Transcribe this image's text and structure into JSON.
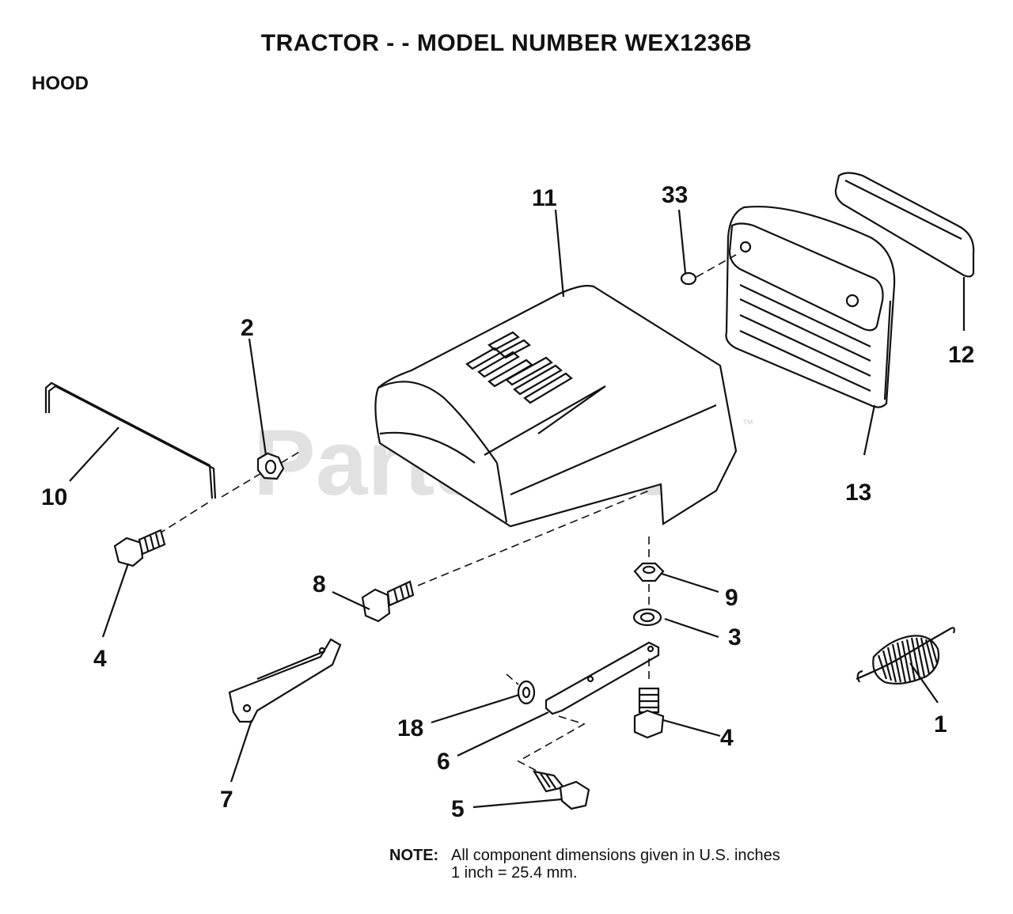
{
  "header": {
    "title": "TRACTOR - - MODEL NUMBER WEX1236B",
    "section": "HOOD"
  },
  "watermark": {
    "text": "PartsTree",
    "tm": "™"
  },
  "callouts": {
    "p11": "11",
    "p33": "33",
    "p12": "12",
    "p13": "13",
    "p2": "2",
    "p10": "10",
    "p4a": "4",
    "p8": "8",
    "p9": "9",
    "p3": "3",
    "p1": "1",
    "p18": "18",
    "p6": "6",
    "p4b": "4",
    "p7": "7",
    "p5": "5"
  },
  "note": {
    "label": "NOTE:",
    "line1": "All component dimensions given in U.S. inches",
    "line2": "1 inch = 25.4 mm."
  }
}
